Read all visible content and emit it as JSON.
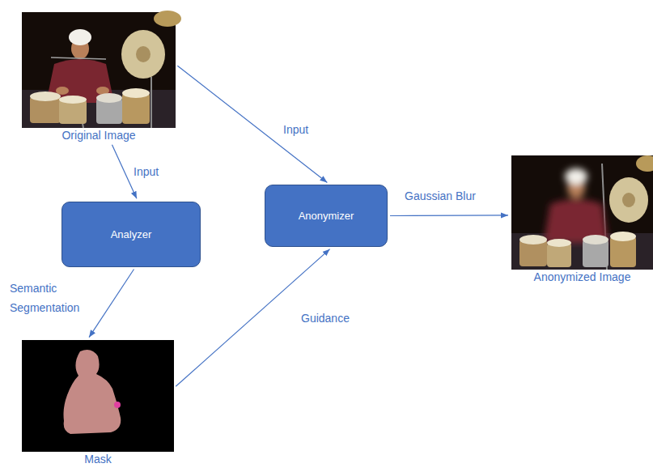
{
  "diagram": {
    "nodes": [
      {
        "text": [
          "Original Image"
        ]
      },
      {
        "text": [
          "Analyzer"
        ]
      },
      {
        "text": [
          "Anonymizer"
        ]
      },
      {
        "text": [
          "Anonymized Image"
        ]
      },
      {
        "text": [
          "Mask"
        ]
      }
    ],
    "edges": [
      {
        "from": 0,
        "to": 1,
        "label": "Input",
        "arrow": "to"
      },
      {
        "from": 0,
        "to": 2,
        "label": "Input",
        "arrow": "to"
      },
      {
        "from": 1,
        "to": 4,
        "label": "Semantic Segmentation",
        "arrow": "to"
      },
      {
        "from": 4,
        "to": 2,
        "label": "Guidance",
        "arrow": "to"
      },
      {
        "from": 2,
        "to": 3,
        "label": "Gaussian Blur",
        "arrow": "to"
      }
    ]
  }
}
